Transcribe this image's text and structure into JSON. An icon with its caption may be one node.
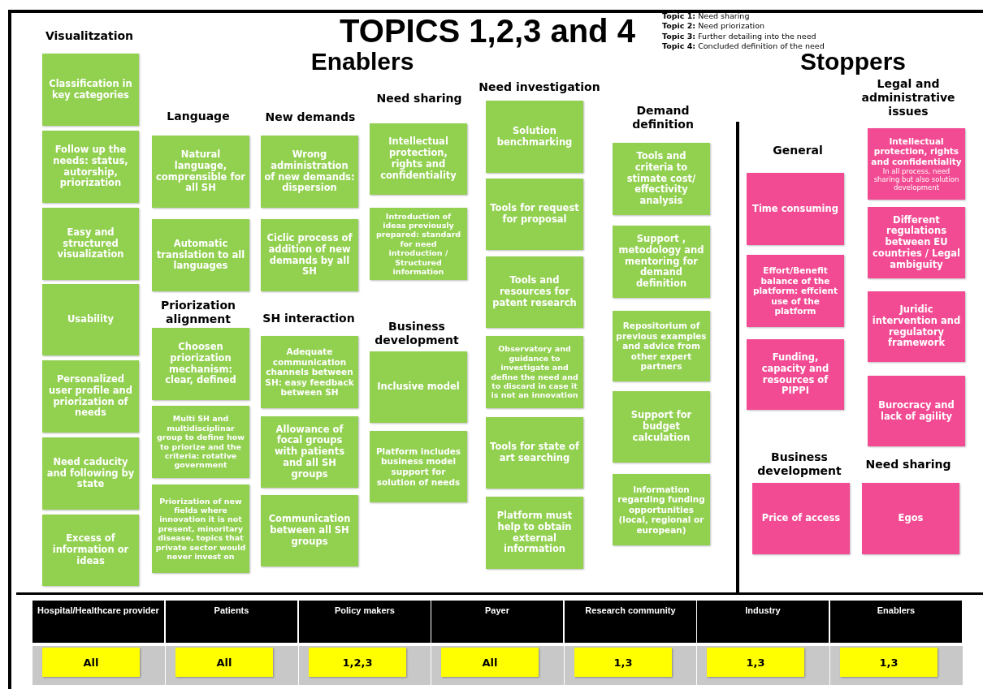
{
  "diagram": {
    "title": "TOPICS 1,2,3 and 4",
    "nodes": [
      {
        "text": [
          "Classification in key categories"
        ]
      },
      {
        "text": [
          "Follow up the needs: status, autorship, priorization"
        ]
      },
      {
        "text": [
          "Easy and structured visualization"
        ]
      },
      {
        "text": [
          "Usability"
        ]
      },
      {
        "text": [
          "Personalized user profile and priorization of needs"
        ]
      },
      {
        "text": [
          "Need caducity and following by state"
        ]
      },
      {
        "text": [
          "Excess of information or ideas"
        ]
      },
      {
        "text": [
          "Natural language, comprensible for all SH"
        ]
      },
      {
        "text": [
          "Automatic translation to all languages"
        ]
      },
      {
        "text": [
          "Choosen priorization mechanism: clear, defined"
        ]
      },
      {
        "text": [
          "Multi SH and multidisciplinar group to define how to priorize and the criteria: rotative government"
        ]
      },
      {
        "text": [
          "Priorization of new fields where innovation it is not present, minoritary disease, topics that private sector would never invest on"
        ]
      },
      {
        "text": [
          "Wrong administration of new demands: dispersion"
        ]
      },
      {
        "text": [
          "Ciclic process of addition of new demands by all SH"
        ]
      },
      {
        "text": [
          "Adequate communication channels between SH: easy feedback between SH"
        ]
      },
      {
        "text": [
          "Allowance of focal groups with patients and all SH groups"
        ]
      },
      {
        "text": [
          "Communication between all SH groups"
        ]
      },
      {
        "text": [
          "Intellectual protection, rights and confidentiality"
        ]
      },
      {
        "text": [
          "Introduction of ideas previously prepared: standard for need introduction / Structured information"
        ]
      },
      {
        "text": [
          "Inclusive model"
        ]
      },
      {
        "text": [
          "Platform includes business model support for solution of needs"
        ]
      },
      {
        "text": [
          "Solution benchmarking"
        ]
      },
      {
        "text": [
          "Tools for request for proposal"
        ]
      },
      {
        "text": [
          "Tools and resources for patent research"
        ]
      },
      {
        "text": [
          "Observatory and guidance to investigate and define the need and to discard in case it is not an innovation"
        ]
      },
      {
        "text": [
          "Tools for state of art searching"
        ]
      },
      {
        "text": [
          "Platform must help to obtain external information"
        ]
      },
      {
        "text": [
          "Tools and criteria to stimate cost/ effectivity analysis"
        ]
      },
      {
        "text": [
          "Support , metodology and mentoring for demand definition"
        ]
      },
      {
        "text": [
          "Repositorium of previous examples and advice from other expert partners"
        ]
      },
      {
        "text": [
          "Support for budget calculation"
        ]
      },
      {
        "text": [
          "Information regarding funding opportunities (local, regional or european)"
        ]
      },
      {
        "text": [
          "Time consuming"
        ]
      },
      {
        "text": [
          "Effort/Benefit balance of the platform: effcient use of the platform"
        ]
      },
      {
        "text": [
          "Funding, capacity and resources of PIPPI"
        ]
      },
      {
        "text": [
          "Intellectual protection, rights and confidentiality",
          "In all process, need sharing but also solution development"
        ]
      },
      {
        "text": [
          "Different regulations between EU countries / Legal ambiguity"
        ]
      },
      {
        "text": [
          "Juridic intervention and regulatory framework"
        ]
      },
      {
        "text": [
          "Burocracy and lack of agility"
        ]
      },
      {
        "text": [
          "Price of access"
        ]
      },
      {
        "text": [
          "Egos"
        ]
      }
    ],
    "labels": [
      "**Topic 1:** Need sharing",
      "**Topic 2:** Need priorization",
      "**Topic 3:** Further detailing into the need",
      "**Topic 4:** Concluded definition of the need",
      "Visualitzation",
      "Enablers",
      "Stoppers",
      "Language",
      "New demands",
      "Need sharing",
      "Need investigation",
      "Demand definition",
      "Legal and administrative issues",
      "General",
      "Priorization alignment",
      "SH interaction",
      "Business development",
      "Business development",
      "Need sharing",
      "Hospital/Healthcare provider",
      "Patients",
      "Policy makers",
      "Payer",
      "Research community",
      "Industry",
      "Enablers",
      "All",
      "All",
      "1,2,3",
      "All",
      "1,3",
      "1,3",
      "1,3"
    ]
  }
}
